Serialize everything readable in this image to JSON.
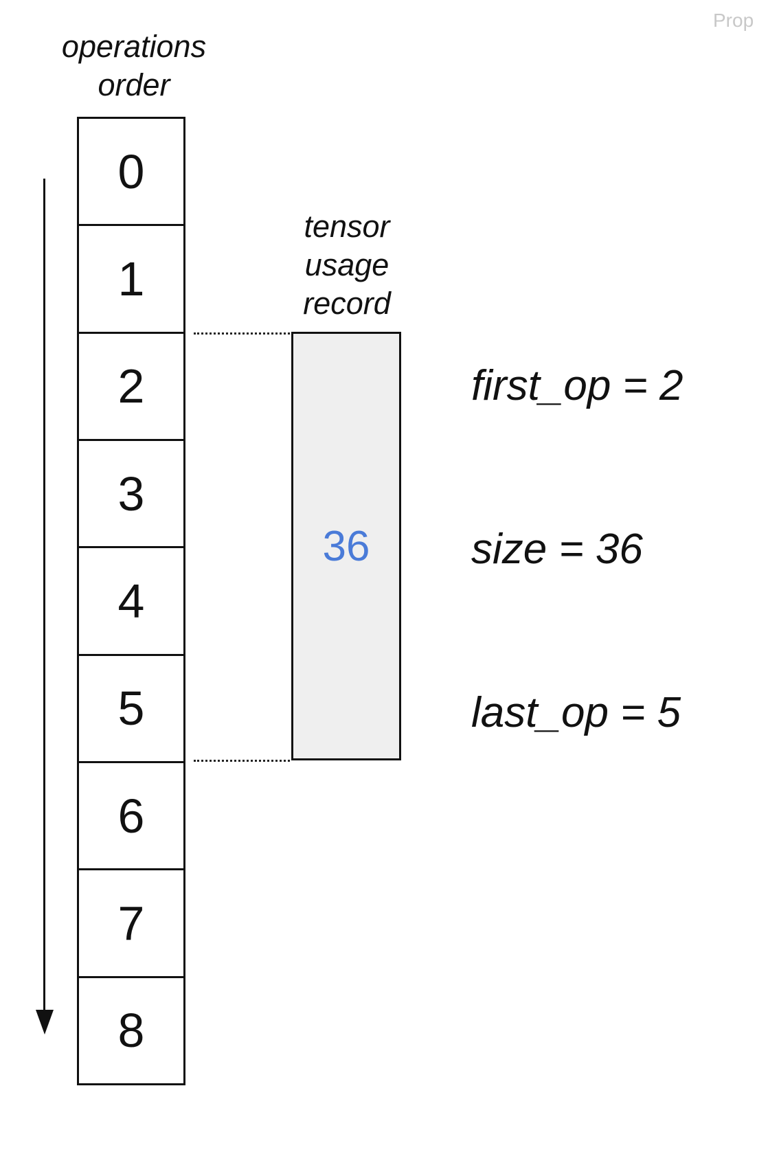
{
  "watermark": "Prop",
  "operations": {
    "heading_line1": "operations",
    "heading_line2": "order",
    "cells": [
      "0",
      "1",
      "2",
      "3",
      "4",
      "5",
      "6",
      "7",
      "8"
    ]
  },
  "record": {
    "heading_line1": "tensor",
    "heading_line2": "usage",
    "heading_line3": "record",
    "value": "36",
    "value_color": "#4a7bd8",
    "box_fill": "#efefef",
    "first_op_index": 2,
    "last_op_index": 5
  },
  "properties": {
    "first_op": "first_op = 2",
    "size": "size = 36",
    "last_op": "last_op = 5"
  }
}
